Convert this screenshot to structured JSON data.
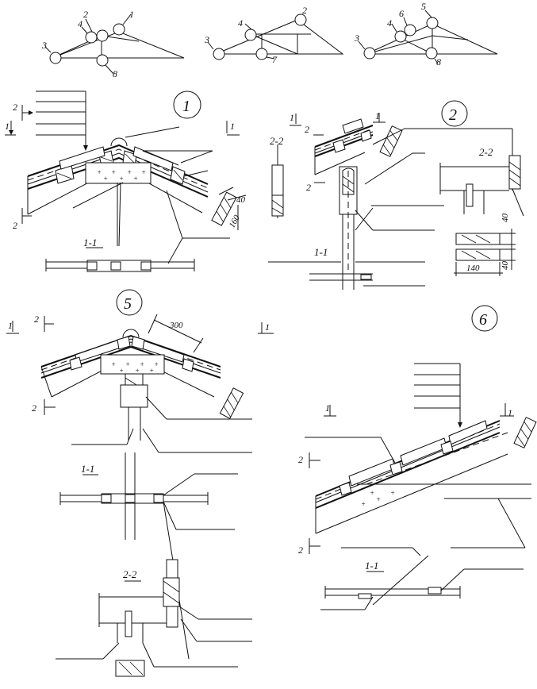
{
  "schemes": {
    "a": {
      "labels": [
        "1",
        "2",
        "4",
        "3",
        "8"
      ]
    },
    "b": {
      "labels": [
        "2",
        "4",
        "3",
        "7"
      ]
    },
    "c": {
      "labels": [
        "5",
        "6",
        "4",
        "3",
        "8"
      ]
    }
  },
  "details": {
    "d1": {
      "number": "1",
      "section_main": "1-1",
      "cut1": "1",
      "cut2": "2",
      "dim_w": "40",
      "dim_h": "160"
    },
    "d2": {
      "number": "2",
      "section_a": "2-2",
      "section_b": "2-2",
      "section_c": "1-1",
      "cut1": "1",
      "cut2": "2",
      "dim_a": "40",
      "dim_b": "40",
      "dim_c": "140"
    },
    "d5": {
      "number": "5",
      "section_a": "1-1",
      "section_b": "2-2",
      "cut1": "1",
      "cut2": "2",
      "dim": "300"
    },
    "d6": {
      "number": "6",
      "section_a": "1-1",
      "cut1": "1",
      "cut2": "2"
    }
  }
}
